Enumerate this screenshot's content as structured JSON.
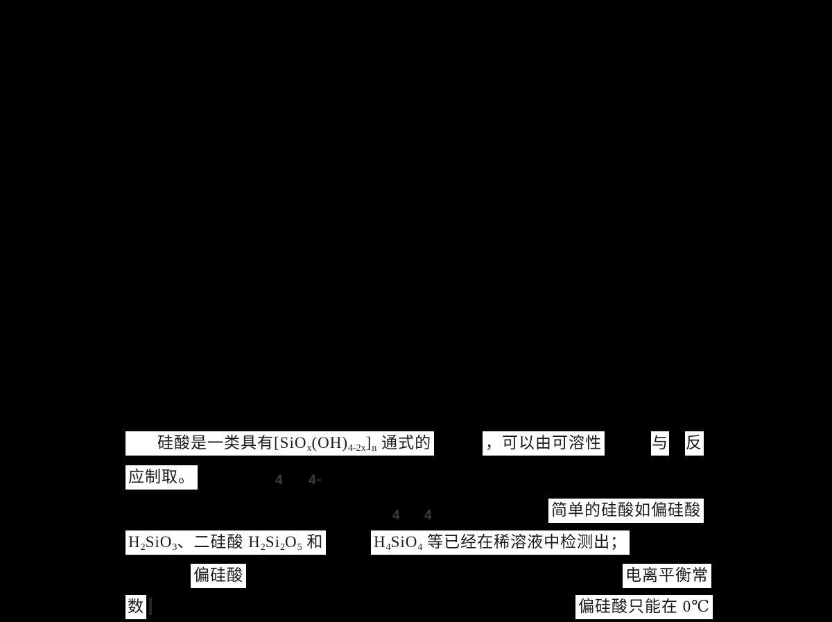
{
  "colors": {
    "canvas_bg": "#000000",
    "fragment_bg": "#ffffff",
    "text": "#1a1a1a",
    "faint": "#3d3d3d",
    "remnant": "#232323"
  },
  "content": {
    "line1": {
      "formula_intro": [
        {
          "text": "硅酸是一类具有[SiO"
        },
        {
          "sub": "x"
        },
        {
          "text": "(OH)"
        },
        {
          "sub": "4-2x"
        },
        {
          "text": "]"
        },
        {
          "sub": "n"
        },
        {
          "text": " 通式的"
        }
      ],
      "soluble": "，可以由可溶性",
      "with_word": "与",
      "react_word": "反"
    },
    "line2": {
      "prepare": "应制取。",
      "faint_sub_a": "4",
      "faint_sub_b": "4"
    },
    "line3": {
      "faint_sub_a": "4",
      "faint_sub_b": "4",
      "simple_acids": "简单的硅酸如偏硅酸"
    },
    "line4": {
      "metasilicic_formula": [
        {
          "text": "H"
        },
        {
          "sub": "2"
        },
        {
          "text": "SiO"
        },
        {
          "sub": "3"
        },
        {
          "text": "、二硅酸 H"
        },
        {
          "sub": "2"
        },
        {
          "text": "Si"
        },
        {
          "sub": "2"
        },
        {
          "text": "O"
        },
        {
          "sub": "5"
        },
        {
          "text": " 和"
        }
      ],
      "orthosilicic_formula": [
        {
          "text": "H"
        },
        {
          "sub": "4"
        },
        {
          "text": "SiO"
        },
        {
          "sub": "4"
        },
        {
          "text": " 等已经在稀溶液中检测出；"
        }
      ]
    },
    "line5": {
      "metasilicic_label": "偏硅酸",
      "ionization_constant": "电离平衡常"
    },
    "line6": {
      "number_word": "数",
      "only_at_zero": "偏硅酸只能在 0℃"
    }
  }
}
